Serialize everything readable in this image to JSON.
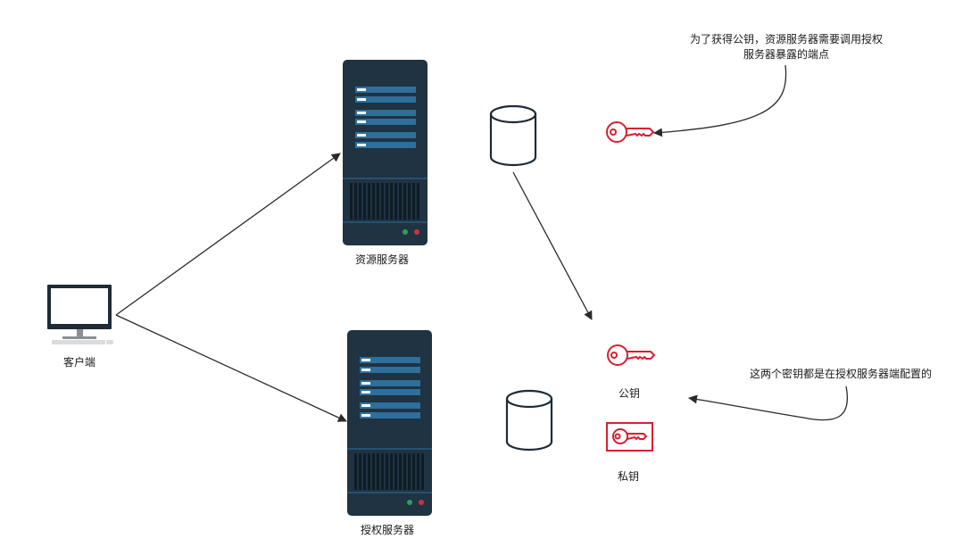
{
  "nodes": {
    "resource_server": {
      "label": "资源服务器"
    },
    "auth_server": {
      "label": "授权服务器"
    },
    "client": {
      "label": "客户端"
    },
    "public_key": {
      "label": "公钥"
    },
    "private_key": {
      "label": "私钥"
    }
  },
  "notes": {
    "top_line1": "为了获得公钥，资源服务器需要调用授权",
    "top_line2": "服务器暴露的端点",
    "right": "这两个密钥都是在授权服务器端配置的"
  },
  "colors": {
    "server_body": "#1f3342",
    "server_strip": "#2e6f9c",
    "key_red": "#d6202f",
    "line": "#2a2a2a",
    "led_green": "#2e9f5b",
    "led_red": "#c8343f"
  },
  "icons": [
    "server-icon",
    "database-icon",
    "desktop-computer-icon",
    "key-icon",
    "key-card-icon"
  ]
}
